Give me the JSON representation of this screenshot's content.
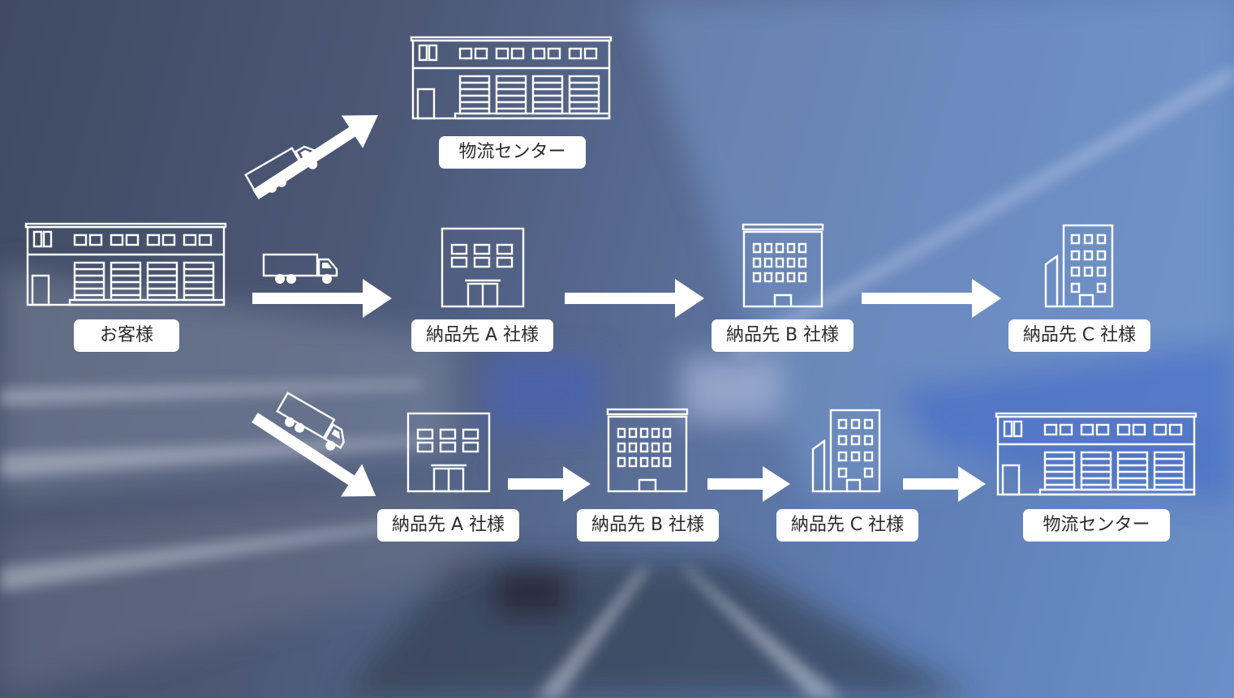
{
  "labels": {
    "customer": "お客様",
    "top_center": "物流センター",
    "row1_a": "納品先 A 社様",
    "row1_b": "納品先 B 社様",
    "row1_c": "納品先 C 社様",
    "row2_a": "納品先 A 社様",
    "row2_b": "納品先 B 社様",
    "row2_c": "納品先 C 社様",
    "row2_center": "物流センター"
  },
  "icons": {
    "warehouse": "warehouse-icon",
    "truck": "truck-icon",
    "office_small": "office-building-icon",
    "office_wide": "office-tower-icon",
    "office_tall": "tall-building-icon",
    "arrow": "arrow-right-icon"
  },
  "colors": {
    "icon_stroke": "#ffffff",
    "label_bg": "#ffffff",
    "label_text": "#2b2b2b",
    "background": "#4c5876"
  }
}
